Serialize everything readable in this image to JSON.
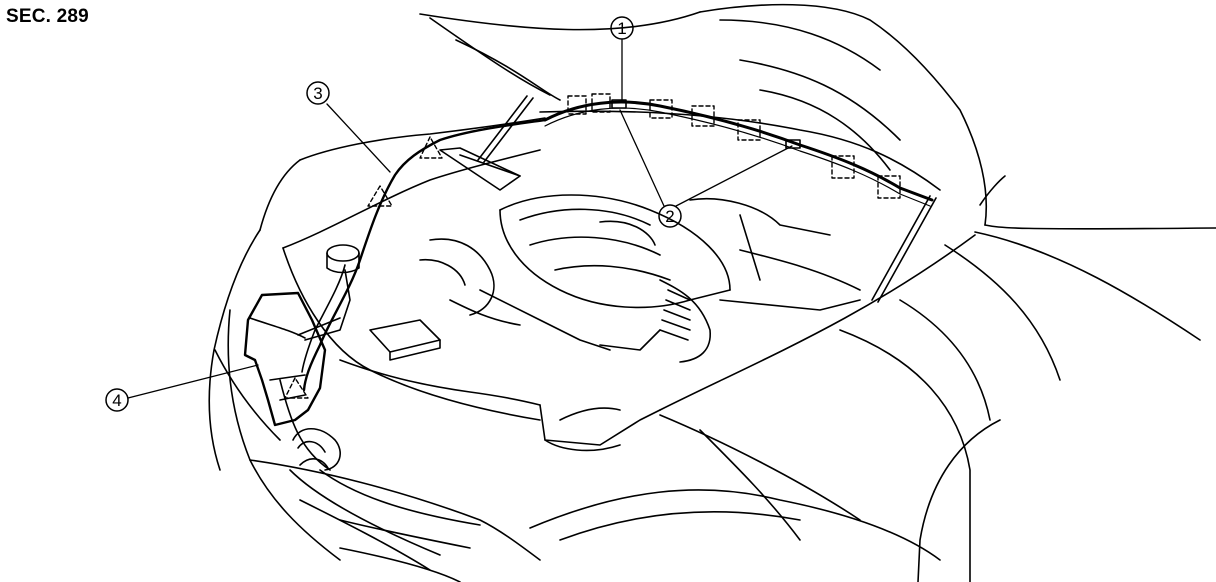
{
  "header": {
    "section_code": "SEC. 289"
  },
  "callouts": [
    {
      "label": "1"
    },
    {
      "label": "2"
    },
    {
      "label": "3"
    },
    {
      "label": "4"
    }
  ],
  "colors": {
    "line": "#000000",
    "background": "#ffffff"
  }
}
